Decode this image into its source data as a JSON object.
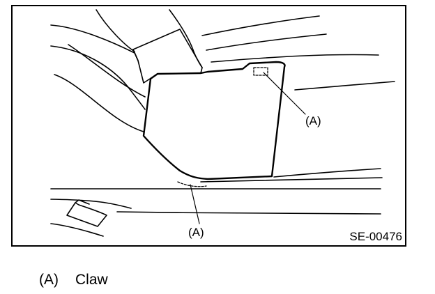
{
  "figure": {
    "callout_upper": "(A)",
    "callout_lower": "(A)",
    "code": "SE-00476"
  },
  "legend": {
    "key": "(A)",
    "label": "Claw"
  }
}
